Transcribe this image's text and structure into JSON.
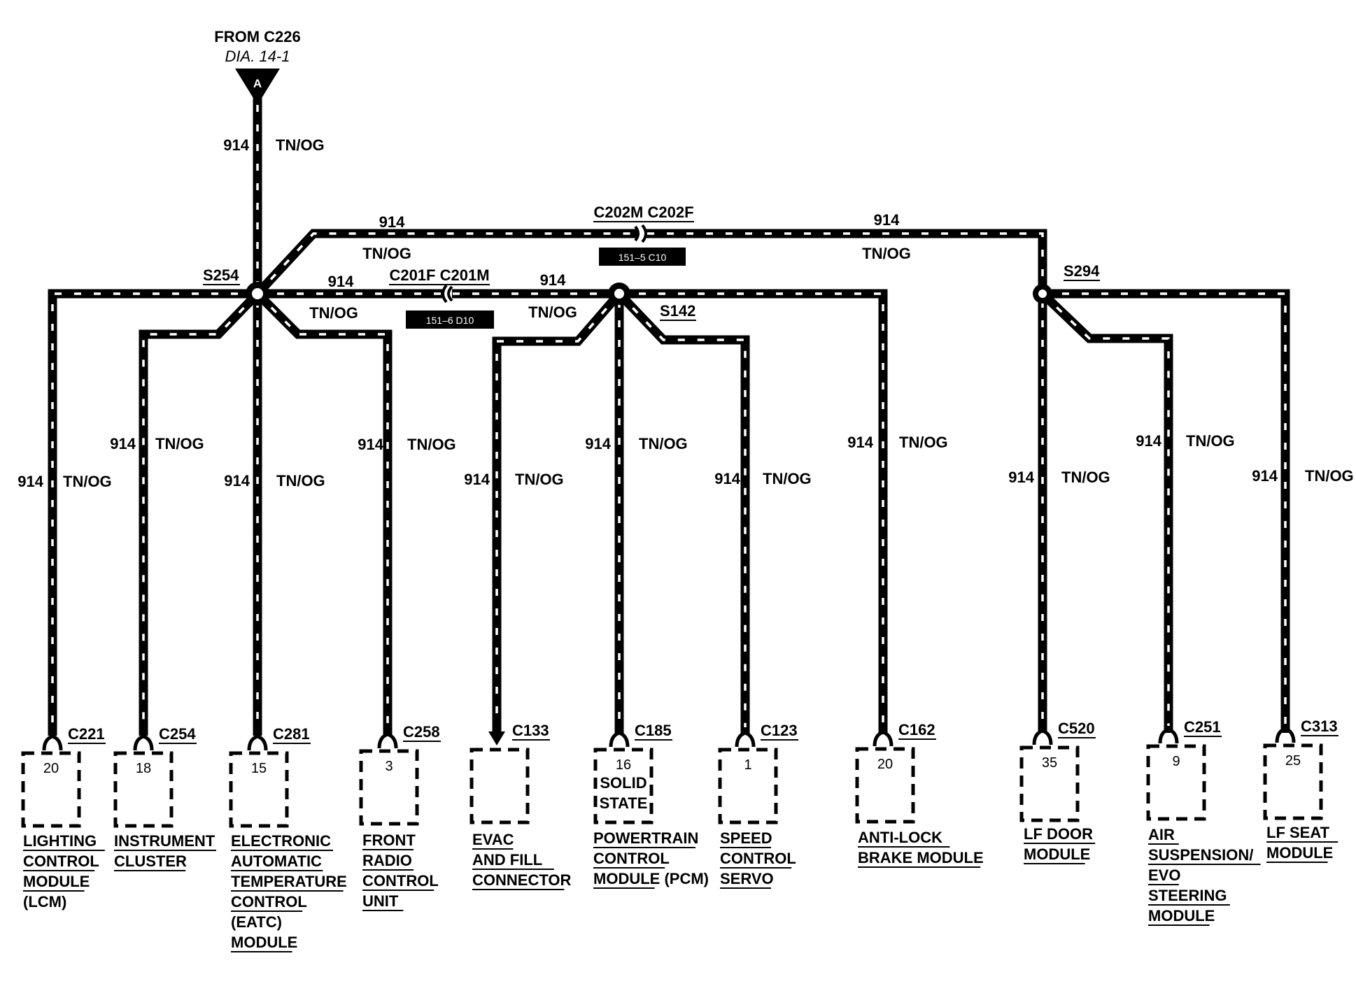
{
  "source": {
    "from": "FROM C226",
    "dia": "DIA. 14-1",
    "letter": "A"
  },
  "wire": {
    "circuit": "914",
    "color": "TN/OG"
  },
  "splices": {
    "s254": "S254",
    "s142": "S142",
    "s294": "S294"
  },
  "inline_connectors": {
    "c202": {
      "label": "C202M C202F",
      "tag": "151–5 C10"
    },
    "c201": {
      "label": "C201F C201M",
      "tag": "151–6 D10"
    }
  },
  "components": [
    {
      "connector": "C221",
      "pin": "20",
      "name_lines": [
        "LIGHTING",
        "CONTROL",
        "MODULE",
        "(LCM)"
      ]
    },
    {
      "connector": "C254",
      "pin": "18",
      "name_lines": [
        "INSTRUMENT",
        "CLUSTER"
      ]
    },
    {
      "connector": "C281",
      "pin": "15",
      "name_lines": [
        "ELECTRONIC",
        "AUTOMATIC",
        "TEMPERATURE",
        "CONTROL",
        "(EATC)",
        "MODULE"
      ]
    },
    {
      "connector": "C258",
      "pin": "3",
      "name_lines": [
        "FRONT",
        "RADIO",
        "CONTROL",
        "UNIT"
      ]
    },
    {
      "connector": "C133",
      "pin": "",
      "name_lines": [
        "EVAC",
        "AND FILL",
        "CONNECTOR"
      ]
    },
    {
      "connector": "C185",
      "pin": "16",
      "inner_lines": [
        "SOLID",
        "STATE"
      ],
      "name_lines": [
        "POWERTRAIN",
        "CONTROL",
        "MODULE (PCM)"
      ]
    },
    {
      "connector": "C123",
      "pin": "1",
      "name_lines": [
        "SPEED",
        "CONTROL",
        "SERVO"
      ]
    },
    {
      "connector": "C162",
      "pin": "20",
      "name_lines": [
        "ANTI-LOCK",
        "BRAKE MODULE"
      ]
    },
    {
      "connector": "C520",
      "pin": "35",
      "name_lines": [
        "LF DOOR",
        "MODULE"
      ]
    },
    {
      "connector": "C251",
      "pin": "9",
      "name_lines": [
        "AIR",
        "SUSPENSION/",
        "EVO",
        "STEERING",
        "MODULE"
      ]
    },
    {
      "connector": "C313",
      "pin": "25",
      "name_lines": [
        "LF SEAT",
        "MODULE"
      ]
    }
  ]
}
